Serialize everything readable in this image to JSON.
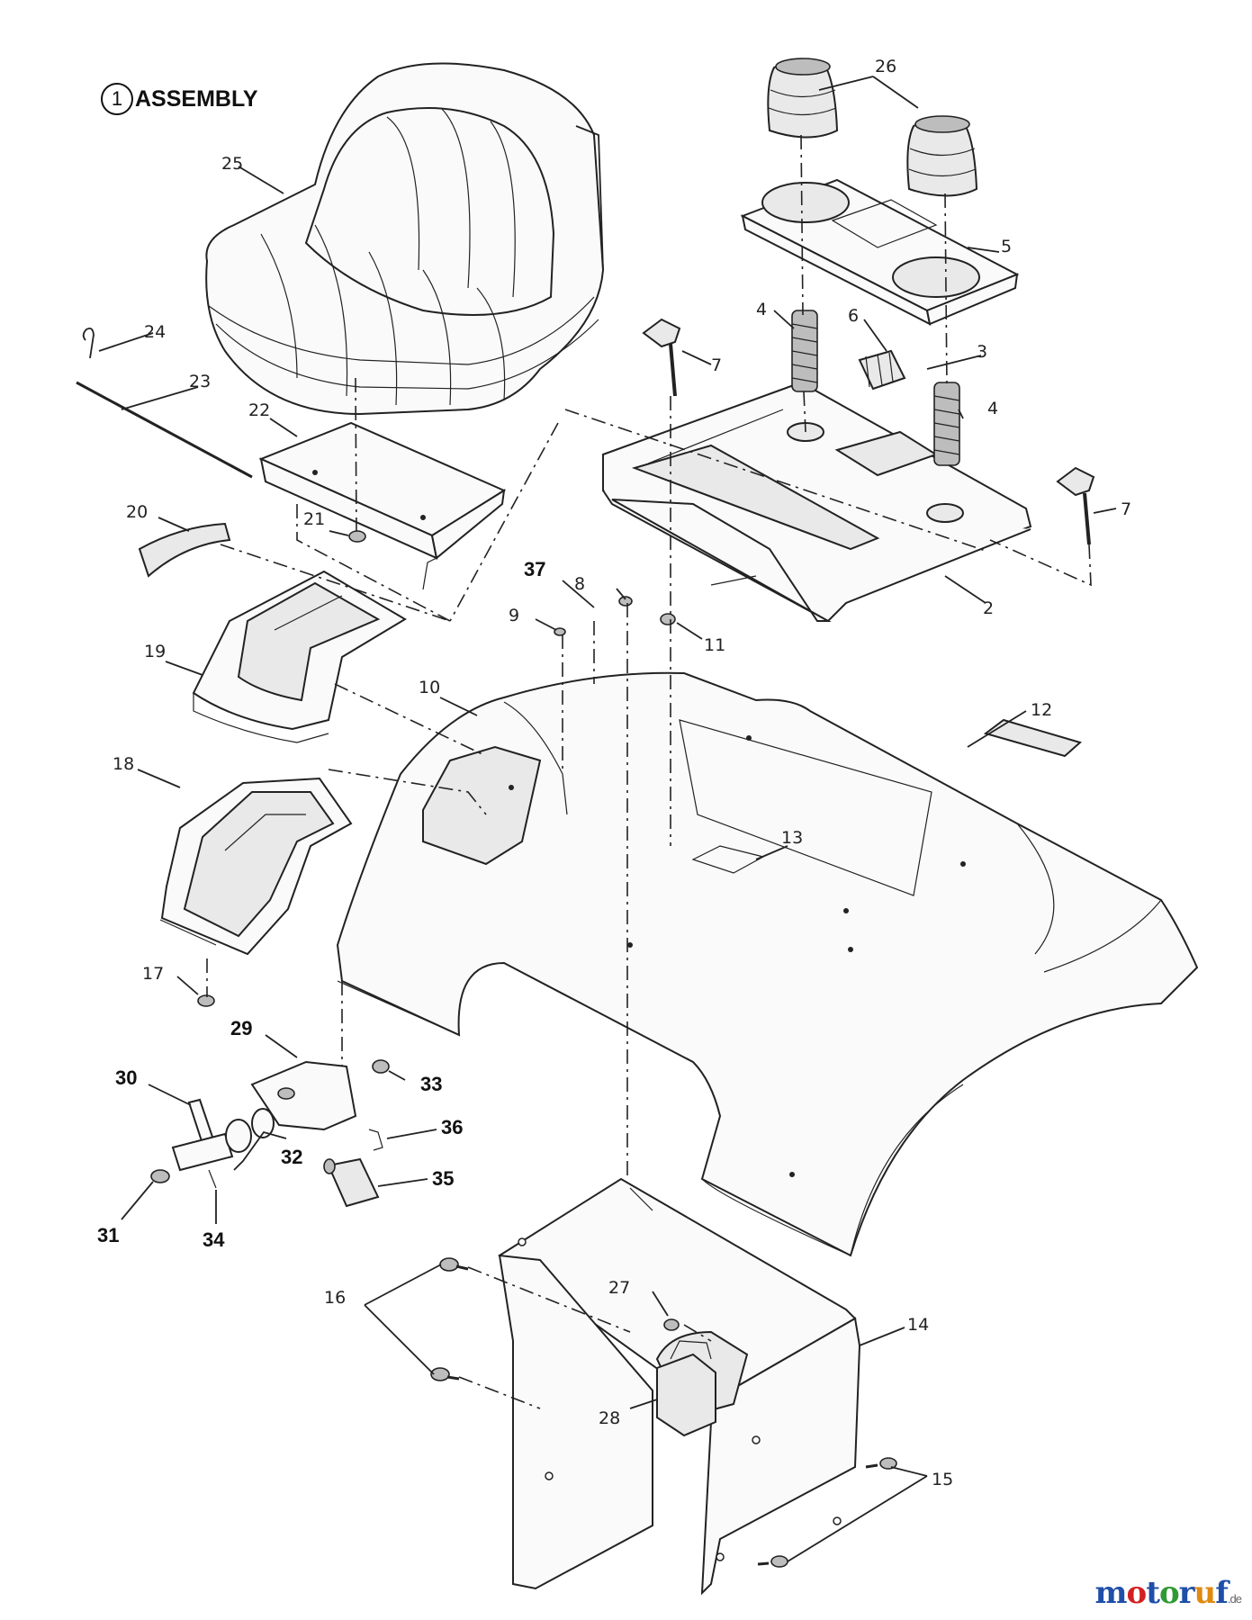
{
  "header": {
    "ref_number": "1",
    "title": "ASSEMBLY"
  },
  "watermark": {
    "brand_letters": [
      "m",
      "o",
      "t",
      "o",
      "r",
      "u",
      "f"
    ],
    "brand_colors": [
      "#1f4fa8",
      "#d42020",
      "#1f4fa8",
      "#2f9a33",
      "#1f4fa8",
      "#e08a10",
      "#1f4fa8"
    ],
    "suffix": ".de"
  },
  "labels": {
    "l2": "2",
    "l3": "3",
    "l4a": "4",
    "l4b": "4",
    "l5": "5",
    "l6": "6",
    "l7a": "7",
    "l7b": "7",
    "l8": "8",
    "l9": "9",
    "l10": "10",
    "l11": "11",
    "l12": "12",
    "l13": "13",
    "l14": "14",
    "l15": "15",
    "l16": "16",
    "l17": "17",
    "l18": "18",
    "l19": "19",
    "l20": "20",
    "l21": "21",
    "l22": "22",
    "l23": "23",
    "l24": "24",
    "l25": "25",
    "l26": "26",
    "l27": "27",
    "l28": "28",
    "l29": "29",
    "l30": "30",
    "l31": "31",
    "l32": "32",
    "l33": "33",
    "l34": "34",
    "l35": "35",
    "l36": "36",
    "l37": "37"
  }
}
